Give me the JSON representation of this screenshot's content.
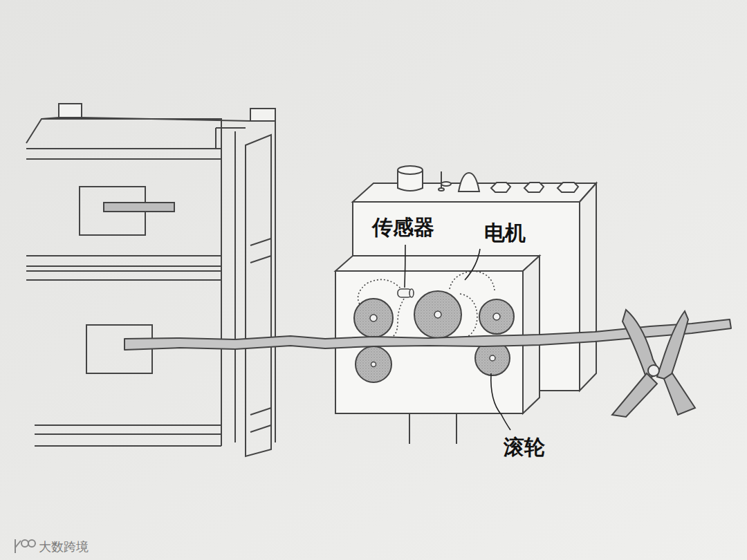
{
  "diagram": {
    "labels": [
      "传感器",
      "电机",
      "滚轮",
      "大数跨境"
    ]
  }
}
